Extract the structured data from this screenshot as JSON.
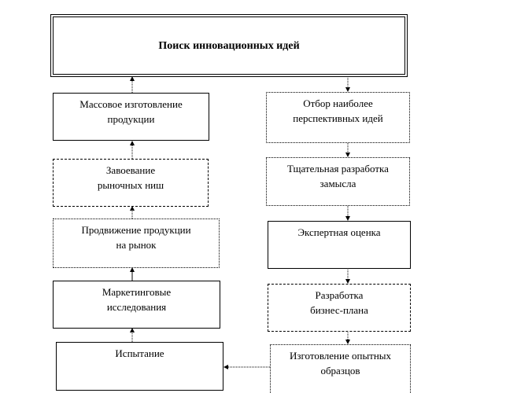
{
  "title": "Поиск инновационных идей",
  "left_column": [
    {
      "lines": [
        "Массовое изготовление",
        "продукции"
      ]
    },
    {
      "lines": [
        "Завоевание",
        "рыночных ниш"
      ]
    },
    {
      "lines": [
        "Продвижение  продукции",
        "на рынок"
      ]
    },
    {
      "lines": [
        "Маркетинговые",
        "исследования"
      ]
    },
    {
      "lines": [
        "Испытание"
      ]
    }
  ],
  "right_column": [
    {
      "lines": [
        "Отбор наиболее",
        "перспективных  идей"
      ]
    },
    {
      "lines": [
        "Тщательная разработка",
        "замысла"
      ]
    },
    {
      "lines": [
        "Экспертная оценка"
      ]
    },
    {
      "lines": [
        "Разработка",
        "бизнес-плана"
      ]
    },
    {
      "lines": [
        "Изготовление опытных",
        "образцов"
      ]
    }
  ]
}
